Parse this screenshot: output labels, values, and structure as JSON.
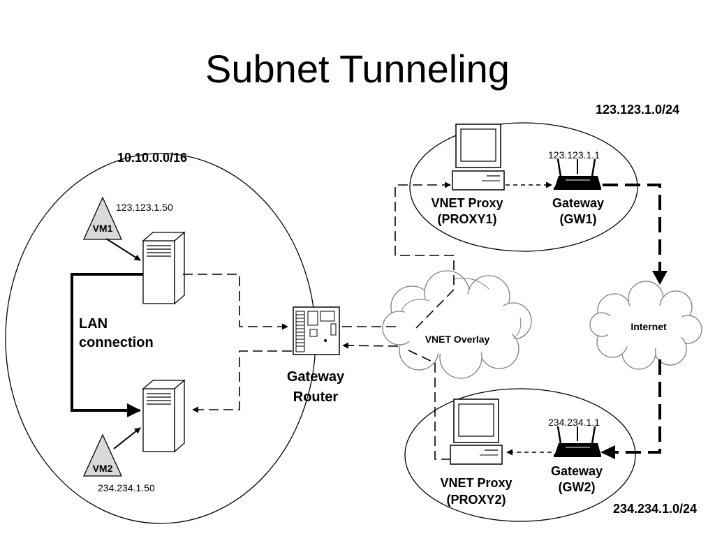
{
  "title": "Subnet Tunneling",
  "subnets": {
    "lan": "10.10.0.0/16",
    "site1": "123.123.1.0/24",
    "site2": "234.234.1.0/24"
  },
  "vm1": {
    "label": "VM1",
    "ip": "123.123.1.50"
  },
  "vm2": {
    "label": "VM2",
    "ip": "234.234.1.50"
  },
  "lan_connection": {
    "line1": "LAN",
    "line2": "connection"
  },
  "gateway_router": {
    "line1": "Gateway",
    "line2": "Router"
  },
  "vnet_overlay": "VNET Overlay",
  "internet": "Internet",
  "proxy1": {
    "line1": "VNET Proxy",
    "line2": "(PROXY1)"
  },
  "gw1": {
    "ip": "123.123.1.1",
    "line1": "Gateway",
    "line2": "(GW1)"
  },
  "proxy2": {
    "line1": "VNET Proxy",
    "line2": "(PROXY2)"
  },
  "gw2": {
    "ip": "234.234.1.1",
    "line1": "Gateway",
    "line2": "(GW2)"
  },
  "icons": [
    "server-icon",
    "router-icon",
    "computer-icon",
    "wireless-gateway-icon",
    "cloud-icon",
    "vm-triangle-icon"
  ]
}
